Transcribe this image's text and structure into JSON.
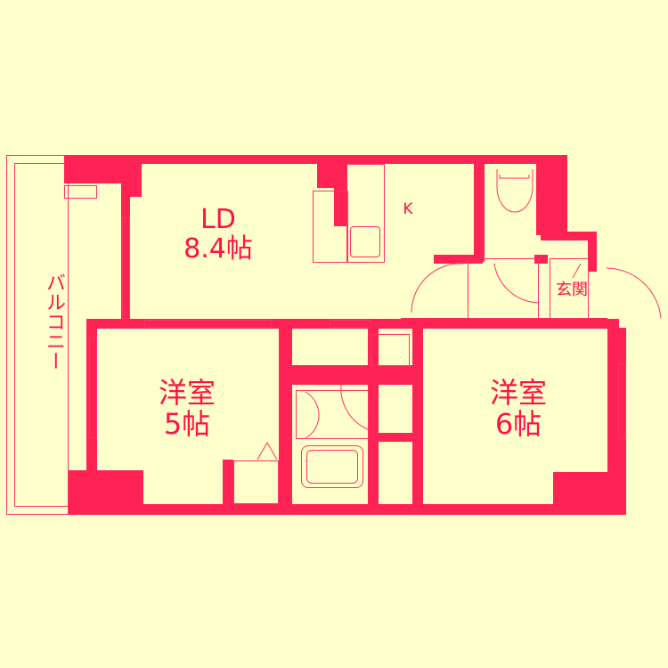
{
  "floor_plan": {
    "rooms": [
      {
        "id": "ld",
        "name": "LD",
        "size": "8.4帖"
      },
      {
        "id": "kitchen",
        "name": "K"
      },
      {
        "id": "western_room_5",
        "name": "洋室",
        "size": "5帖"
      },
      {
        "id": "western_room_6",
        "name": "洋室",
        "size": "6帖"
      },
      {
        "id": "entrance",
        "name": "玄関"
      },
      {
        "id": "balcony",
        "name": "バルコニー"
      }
    ],
    "colors": {
      "background": "#ffffcc",
      "wall": "#ff2255",
      "label": "#ff1144"
    }
  }
}
